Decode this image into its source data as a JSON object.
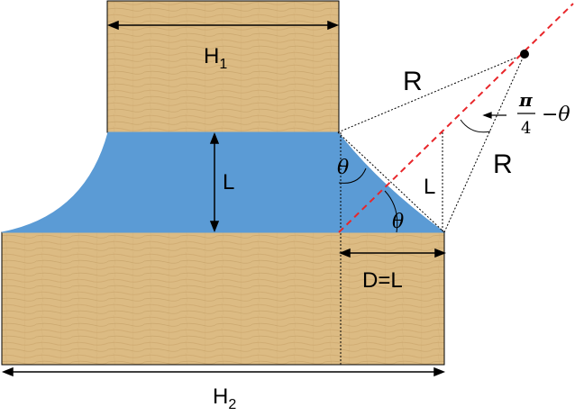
{
  "diagram": {
    "labels": {
      "h1": "H",
      "h1_sub": "1",
      "h2": "H",
      "h2_sub": "2",
      "l_center": "L",
      "l_right": "L",
      "r_top": "R",
      "r_right": "R",
      "d": "D=L",
      "theta_upper": "θ",
      "theta_lower": "θ",
      "angle_num": "π",
      "angle_den": "4",
      "angle_rest": "−θ"
    },
    "colors": {
      "wood": "#dcbb83",
      "wood_dark": "#c9a46a",
      "liquid": "#5b9bd5",
      "red_dash": "#e8262a",
      "line": "#000000"
    }
  }
}
